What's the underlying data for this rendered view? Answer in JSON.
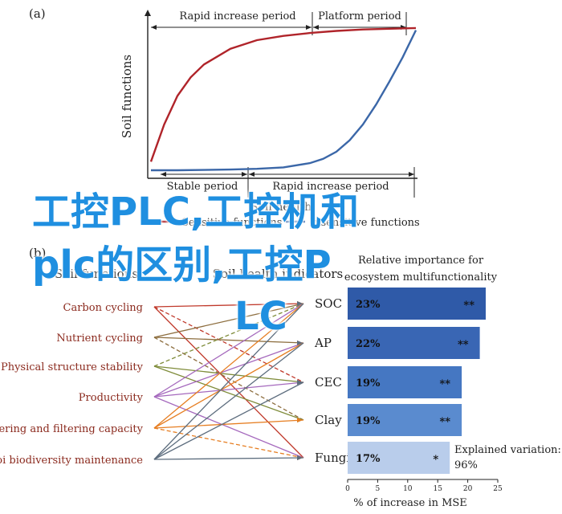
{
  "panel_a": {
    "panel_label": "(a)",
    "chart_data": {
      "type": "line",
      "title": "",
      "ylabel": "Soil functions",
      "xlabel": "Soil health",
      "period_labels_top": [
        "Rapid increase period",
        "Platform period"
      ],
      "period_labels_bottom": [
        "Stable period",
        "Rapid increase period"
      ],
      "series": [
        {
          "name": "Sensitive functions",
          "color": "#b0242a",
          "x": [
            0,
            0.05,
            0.1,
            0.15,
            0.2,
            0.3,
            0.4,
            0.5,
            0.6,
            0.7,
            0.8,
            0.9,
            1.0
          ],
          "y": [
            0.06,
            0.32,
            0.52,
            0.65,
            0.74,
            0.85,
            0.91,
            0.94,
            0.96,
            0.975,
            0.985,
            0.99,
            0.995
          ]
        },
        {
          "name": "Insensitive functions",
          "color": "#3b67a8",
          "x": [
            0,
            0.1,
            0.2,
            0.3,
            0.4,
            0.5,
            0.6,
            0.65,
            0.7,
            0.75,
            0.8,
            0.85,
            0.9,
            0.95,
            1.0
          ],
          "y": [
            0.0,
            0.0,
            0.002,
            0.005,
            0.01,
            0.02,
            0.05,
            0.08,
            0.13,
            0.21,
            0.32,
            0.46,
            0.62,
            0.79,
            0.98
          ]
        }
      ],
      "legend_entries": [
        "Sensitive functions",
        "Insensitive functions"
      ]
    }
  },
  "panel_b": {
    "panel_label": "(b)",
    "left_header": "Soil functions",
    "middle_header": "Soil health indicators",
    "chart_title_line1": "Relative importance for",
    "chart_title_line2": "ecosystem multifunctionality",
    "functions": [
      "Carbon cycling",
      "Nutrient cycling",
      "Physical structure stability",
      "Productivity",
      "Buffering and filtering capacity",
      "Soi biodiversity maintenance"
    ],
    "indicators": [
      "SOC",
      "AP",
      "CEC",
      "Clay",
      "Fungi"
    ],
    "links": [
      {
        "from": 0,
        "to": 0,
        "style": "solid"
      },
      {
        "from": 0,
        "to": 2,
        "style": "dashed"
      },
      {
        "from": 0,
        "to": 4,
        "style": "solid"
      },
      {
        "from": 1,
        "to": 0,
        "style": "solid"
      },
      {
        "from": 1,
        "to": 1,
        "style": "solid"
      },
      {
        "from": 1,
        "to": 3,
        "style": "dashed"
      },
      {
        "from": 2,
        "to": 0,
        "style": "dashed"
      },
      {
        "from": 2,
        "to": 2,
        "style": "solid"
      },
      {
        "from": 2,
        "to": 3,
        "style": "solid"
      },
      {
        "from": 3,
        "to": 0,
        "style": "solid"
      },
      {
        "from": 3,
        "to": 1,
        "style": "solid"
      },
      {
        "from": 3,
        "to": 2,
        "style": "solid"
      },
      {
        "from": 3,
        "to": 4,
        "style": "solid"
      },
      {
        "from": 4,
        "to": 0,
        "style": "solid"
      },
      {
        "from": 4,
        "to": 1,
        "style": "solid"
      },
      {
        "from": 4,
        "to": 3,
        "style": "solid"
      },
      {
        "from": 4,
        "to": 4,
        "style": "dashed"
      },
      {
        "from": 5,
        "to": 0,
        "style": "solid"
      },
      {
        "from": 5,
        "to": 1,
        "style": "solid"
      },
      {
        "from": 5,
        "to": 2,
        "style": "solid"
      },
      {
        "from": 5,
        "to": 4,
        "style": "solid"
      }
    ],
    "link_colors": [
      "#c0392b",
      "#8d6e3f",
      "#7f8c3a",
      "#a569bd",
      "#e67e22",
      "#5d6d7e"
    ],
    "chart_data": {
      "type": "bar",
      "orientation": "horizontal",
      "categories": [
        "SOC",
        "AP",
        "CEC",
        "Clay",
        "Fungi"
      ],
      "values": [
        23,
        22,
        19,
        19,
        17
      ],
      "value_labels": [
        "23%",
        "22%",
        "19%",
        "19%",
        "17%"
      ],
      "significance": [
        "**",
        "**",
        "**",
        "**",
        "*"
      ],
      "colors": [
        "#2f5aa8",
        "#3966b4",
        "#4577c2",
        "#5a8bcf",
        "#b9cdeb"
      ],
      "xlabel": "% of increase in MSE",
      "xlim": [
        0,
        25
      ],
      "xticks": [
        "0",
        "5",
        "10",
        "15",
        "20",
        "25"
      ],
      "annotation_line1": "Explained variation:",
      "annotation_line2": "96%"
    }
  },
  "overlay": {
    "line1": "工控PLC,工控机和",
    "line2": "plc的区别,工控P",
    "line3": "LC",
    "color": "#1f8fe0"
  }
}
